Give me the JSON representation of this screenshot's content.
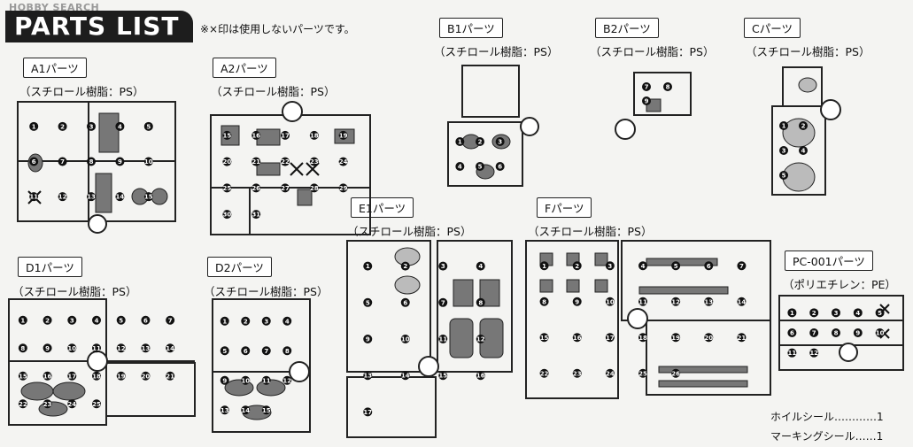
{
  "watermark": "HOBBY SEARCH",
  "title": "PARTS LIST",
  "note": "※×印は使用しないパーツです。",
  "sections": {
    "a1": {
      "label": "A1パーツ",
      "material": "（スチロール樹脂：PS）",
      "numbers": [
        "1",
        "2",
        "3",
        "4",
        "5",
        "6",
        "7",
        "8",
        "9",
        "10",
        "11",
        "12",
        "13",
        "14",
        "15"
      ]
    },
    "a2": {
      "label": "A2パーツ",
      "material": "（スチロール樹脂：PS）",
      "numbers": [
        "15",
        "16",
        "17",
        "18",
        "19",
        "20",
        "21",
        "22",
        "23",
        "24",
        "25",
        "26",
        "27",
        "28",
        "29",
        "30",
        "31"
      ]
    },
    "b1": {
      "label": "B1パーツ",
      "material": "（スチロール樹脂：PS）",
      "numbers": [
        "1",
        "2",
        "3",
        "4",
        "5",
        "6"
      ]
    },
    "b2": {
      "label": "B2パーツ",
      "material": "（スチロール樹脂：PS）",
      "numbers": [
        "7",
        "8",
        "9"
      ]
    },
    "c": {
      "label": "Cパーツ",
      "material": "（スチロール樹脂：PS）",
      "numbers": [
        "1",
        "2",
        "3",
        "4",
        "5"
      ]
    },
    "d1": {
      "label": "D1パーツ",
      "material": "（スチロール樹脂：PS）",
      "numbers": [
        "1",
        "2",
        "3",
        "4",
        "5",
        "6",
        "7",
        "8",
        "9",
        "10",
        "11",
        "12",
        "13",
        "14",
        "15",
        "16",
        "17",
        "18",
        "19",
        "20",
        "21",
        "22",
        "23",
        "24",
        "25"
      ]
    },
    "d2": {
      "label": "D2パーツ",
      "material": "（スチロール樹脂：PS）",
      "numbers": [
        "1",
        "2",
        "3",
        "4",
        "5",
        "6",
        "7",
        "8",
        "9",
        "10",
        "11",
        "12",
        "13",
        "14",
        "15"
      ]
    },
    "e1": {
      "label": "E1パーツ",
      "material": "（スチロール樹脂：PS）",
      "numbers": [
        "1",
        "2",
        "3",
        "4",
        "5",
        "6",
        "7",
        "8",
        "9",
        "10",
        "11",
        "12",
        "13",
        "14",
        "15",
        "16",
        "17"
      ]
    },
    "f": {
      "label": "Fパーツ",
      "material": "（スチロール樹脂：PS）",
      "numbers": [
        "1",
        "2",
        "3",
        "4",
        "5",
        "6",
        "7",
        "8",
        "9",
        "10",
        "11",
        "12",
        "13",
        "14",
        "15",
        "16",
        "17",
        "18",
        "19",
        "20",
        "21",
        "22",
        "23",
        "24",
        "25",
        "26"
      ]
    },
    "pc": {
      "label": "PC-001パーツ",
      "material": "（ポリエチレン：PE）",
      "numbers": [
        "1",
        "2",
        "3",
        "4",
        "5",
        "6",
        "7",
        "8",
        "9",
        "10",
        "11",
        "12"
      ]
    }
  },
  "stickers": [
    {
      "name": "ホイルシール",
      "dots": "…………",
      "count": "1"
    },
    {
      "name": "マーキングシール",
      "dots": "……",
      "count": "1"
    }
  ]
}
